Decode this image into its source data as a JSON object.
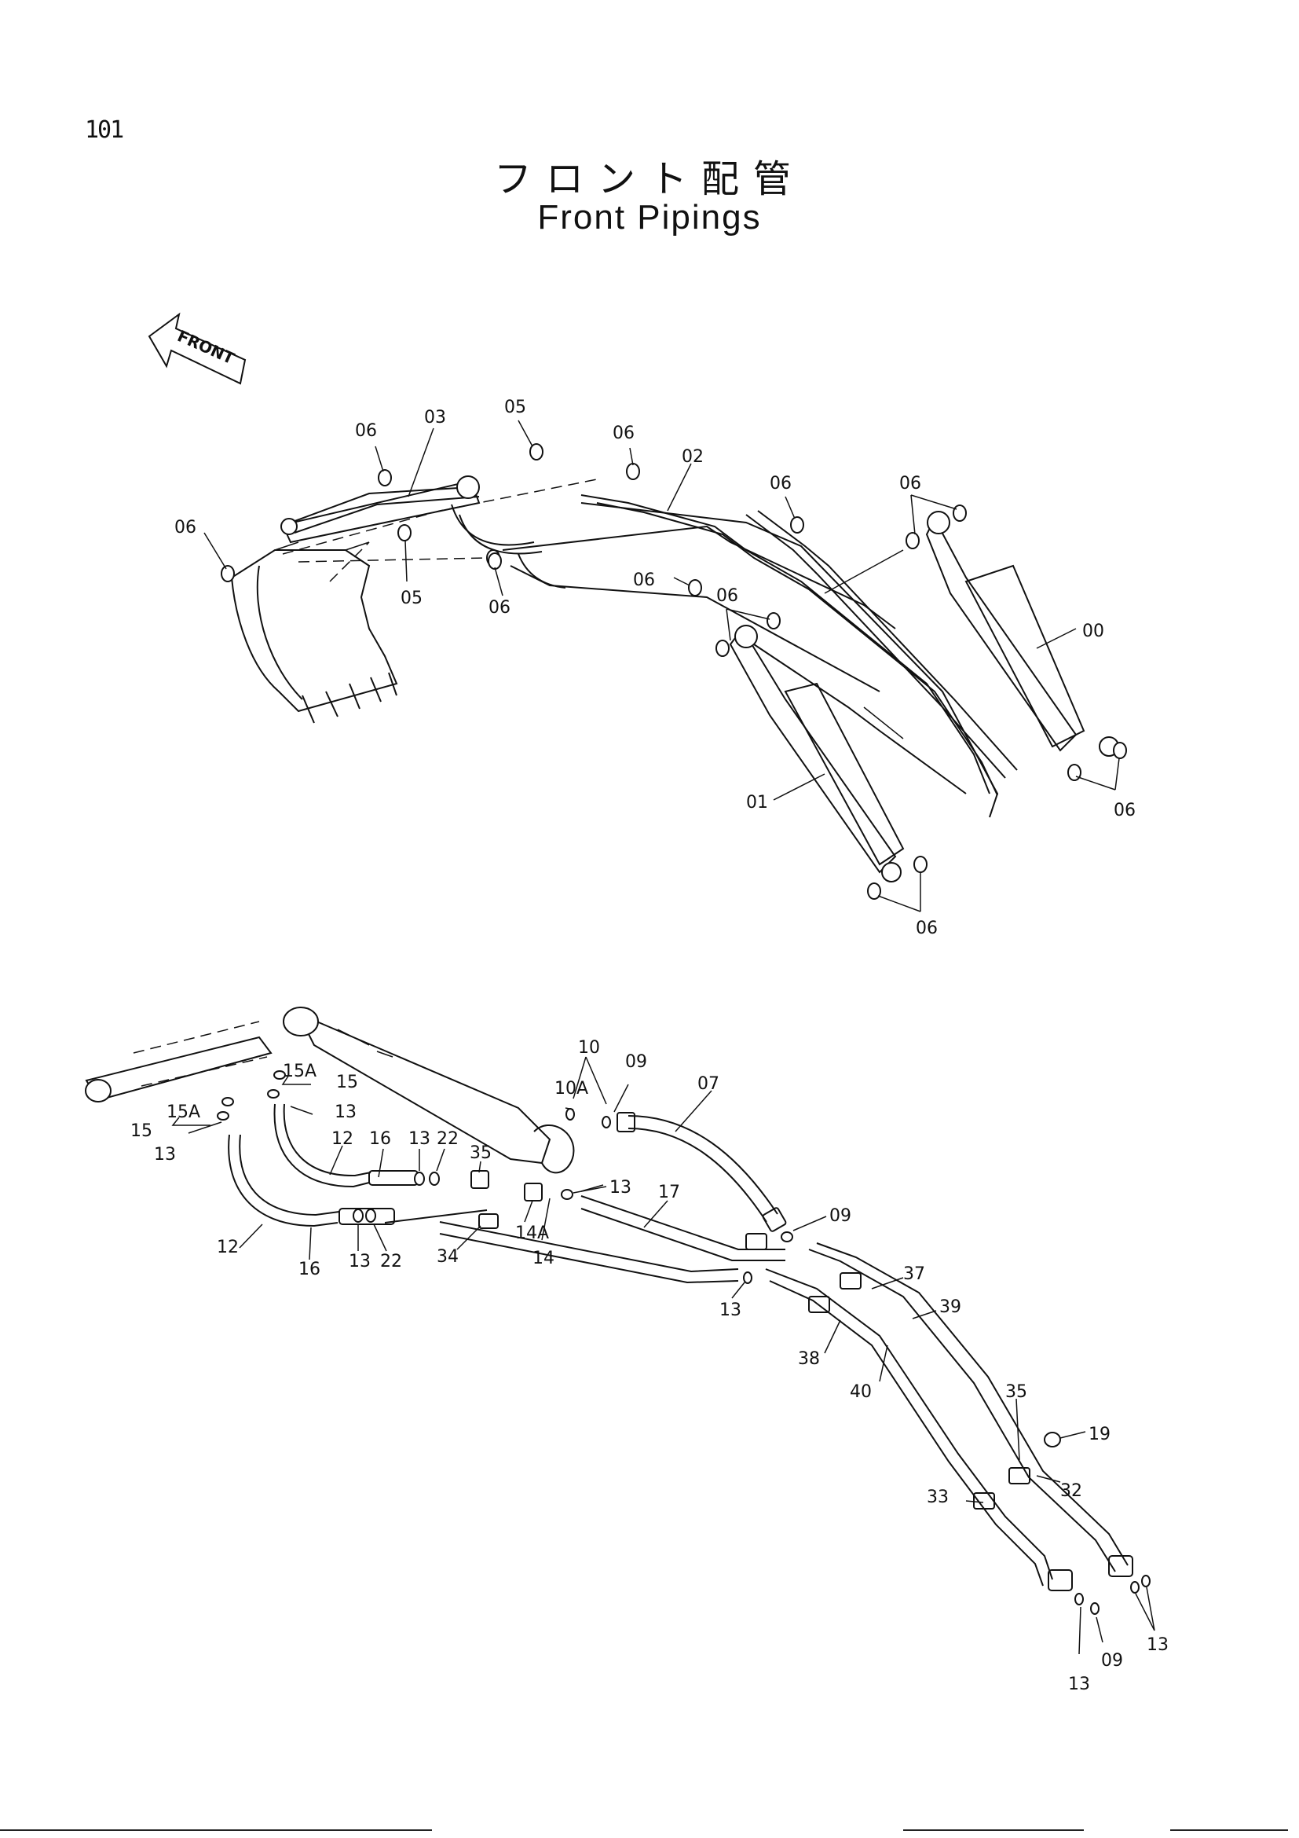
{
  "page": {
    "number": "101",
    "title_jp": "フロント配管",
    "title_en": "Front Pipings"
  },
  "front_arrow": {
    "label": "FRONT"
  },
  "upper_callouts": [
    "06",
    "03",
    "05",
    "06",
    "02",
    "06",
    "06",
    "06",
    "05",
    "06",
    "06",
    "06",
    "00",
    "01",
    "06",
    "06"
  ],
  "lower_callouts": [
    "10",
    "09",
    "07",
    "10A",
    "15A",
    "15",
    "15A",
    "15",
    "13",
    "13",
    "12",
    "16",
    "13",
    "22",
    "35",
    "13",
    "17",
    "09",
    "12",
    "16",
    "13",
    "22",
    "34",
    "14A",
    "14",
    "13",
    "37",
    "39",
    "38",
    "40",
    "35",
    "19",
    "32",
    "33",
    "13",
    "09",
    "13"
  ]
}
